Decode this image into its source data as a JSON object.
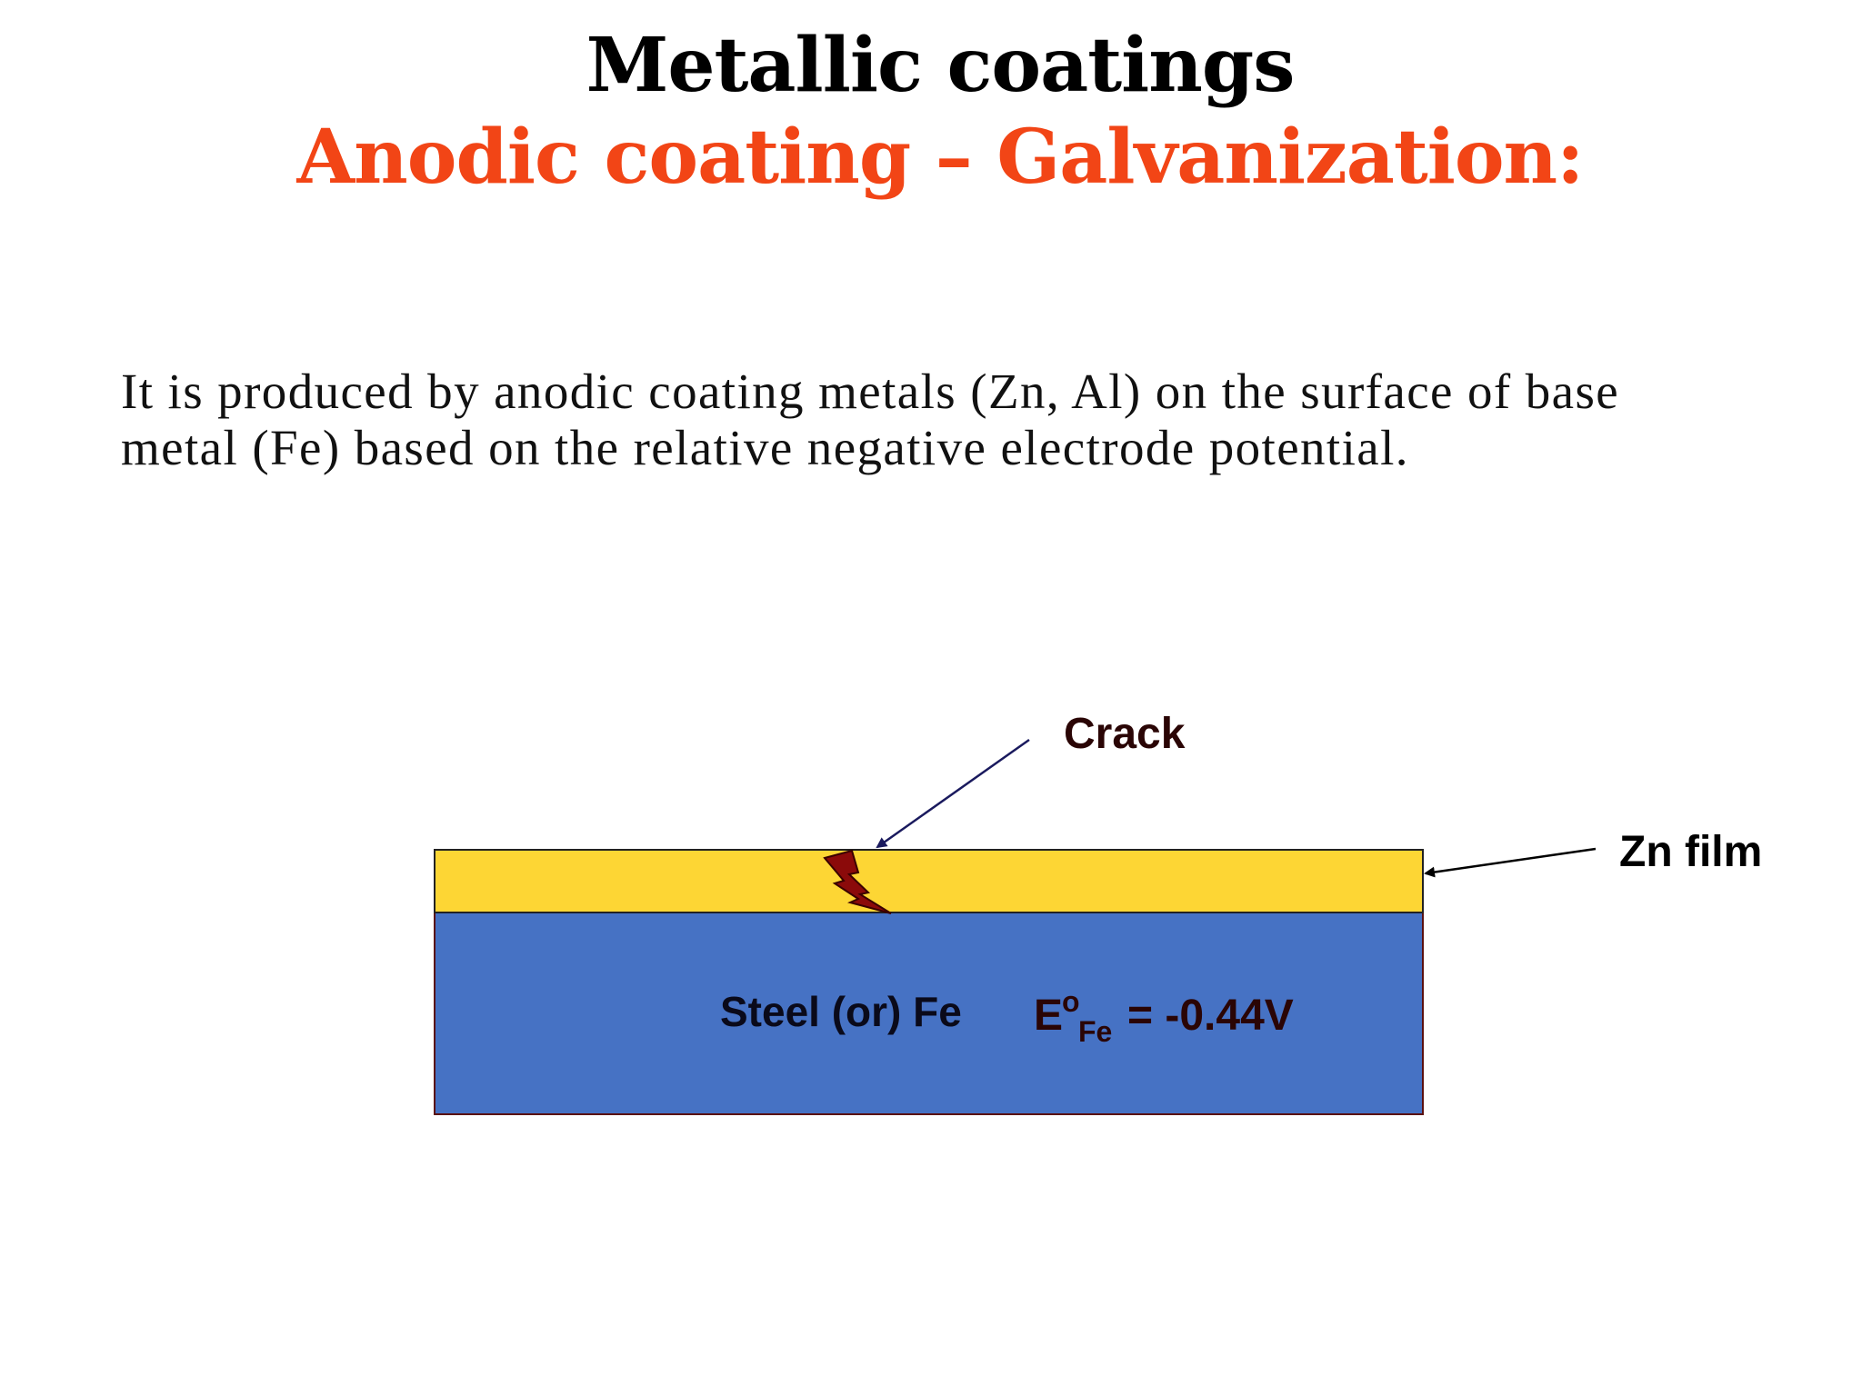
{
  "slide": {
    "title": "Metallic coatings",
    "subtitle": "Anodic coating – Galvanization:",
    "body_lines": [
      "It is produced by anodic coating metals (Zn, Al) on the surface of base",
      "metal (Fe) based on the relative negative electrode potential."
    ]
  },
  "diagram": {
    "crack_label": "Crack",
    "zn_film_label": "Zn film",
    "steel_label": "Steel (or) Fe",
    "potential": {
      "symbol": "E",
      "superscript": "o",
      "subscript": "Fe",
      "value_text": "= -0.44V"
    }
  },
  "colors": {
    "title": "#000000",
    "subtitle": "#f24516",
    "zn_film": "#fdd634",
    "steel": "#4672c4",
    "crack": "#8b0a0a",
    "label_dark": "#2a0505",
    "arrow_blue": "#1a1a5e"
  }
}
